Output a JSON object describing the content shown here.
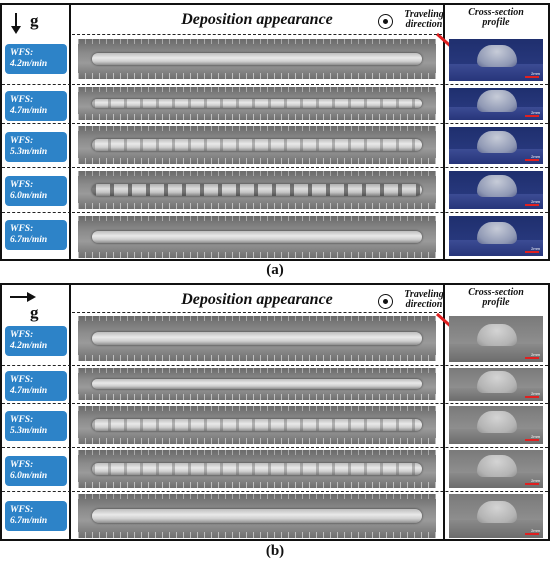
{
  "panel_a": {
    "gravity_label": "g",
    "gravity_direction": "down",
    "header": "Deposition appearance",
    "traveling_direction": [
      "Traveling",
      "direction"
    ],
    "cross_section_title": [
      "Cross-section",
      "profile"
    ],
    "wfs_rows": [
      {
        "label": "WFS:",
        "value": "4.2m/min"
      },
      {
        "label": "WFS:",
        "value": "4.7m/min"
      },
      {
        "label": "WFS:",
        "value": "5.3m/min"
      },
      {
        "label": "WFS:",
        "value": "6.0m/min"
      },
      {
        "label": "WFS:",
        "value": "6.7m/min"
      }
    ],
    "caption": "(a)",
    "cross_section_color": "#2c3d85"
  },
  "panel_b": {
    "gravity_label": "g",
    "gravity_direction": "right",
    "header": "Deposition appearance",
    "traveling_direction": [
      "Traveling",
      "direction"
    ],
    "cross_section_title": [
      "Cross-section",
      "profile"
    ],
    "wfs_rows": [
      {
        "label": "WFS:",
        "value": "4.2m/min"
      },
      {
        "label": "WFS:",
        "value": "4.7m/min"
      },
      {
        "label": "WFS:",
        "value": "5.3m/min"
      },
      {
        "label": "WFS:",
        "value": "6.0m/min"
      },
      {
        "label": "WFS:",
        "value": "6.7m/min"
      }
    ],
    "caption": "(b)",
    "cross_section_color": "#8a8a8a"
  },
  "colors": {
    "badge": "#2d83c8",
    "arrow": "#e02020",
    "border": "#111111"
  },
  "scale_label": "2mm"
}
